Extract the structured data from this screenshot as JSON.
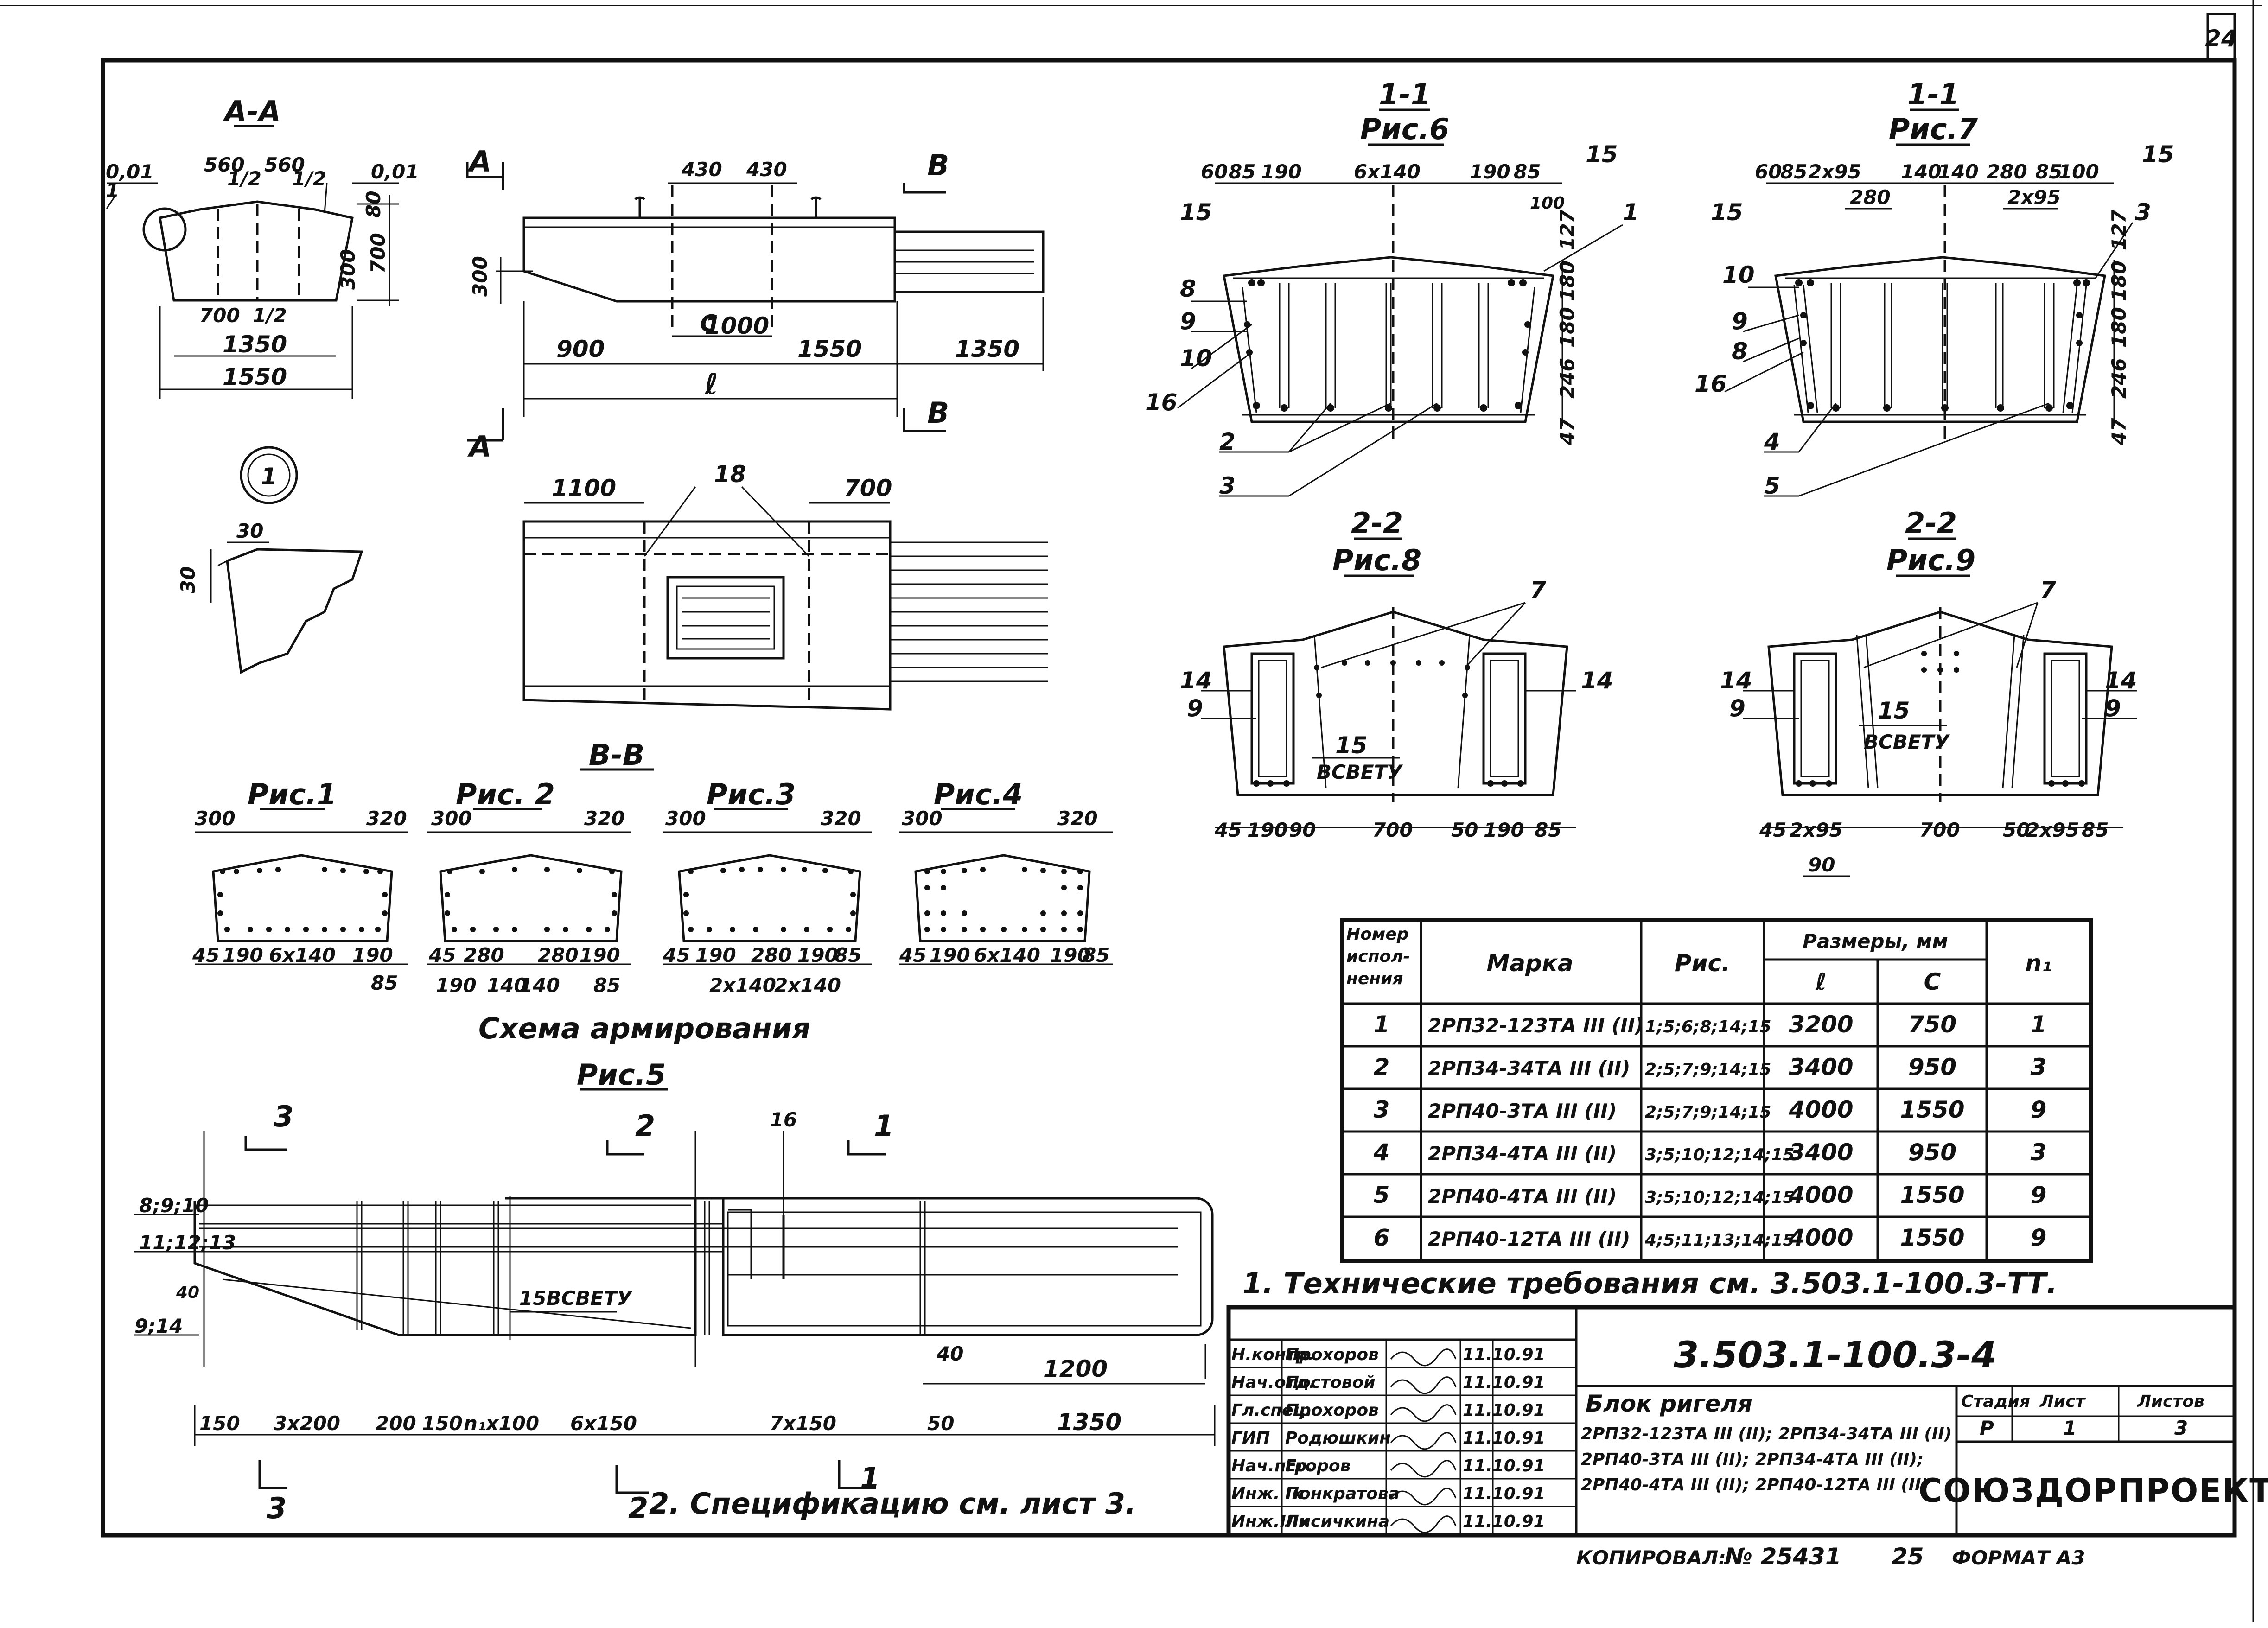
{
  "sheet": {
    "sheet_number": "24",
    "code": "3.503.1-100.3-4",
    "copied": "КОПИРОВАЛ: ",
    "copy_no": "№ 25431",
    "copy_count": "25",
    "format": "ФОРМАТ А3",
    "org": "СОЮЗДОРПРОЕКТ"
  },
  "views": {
    "aa": {
      "title": "А-А",
      "dims": [
        "0,01",
        "560",
        "560",
        "0,01",
        "80",
        "700",
        "300",
        "700",
        "1350",
        "1550"
      ],
      "bars": [
        "1/2",
        "1/2"
      ]
    },
    "elevation": {
      "marks": [
        "А",
        "А",
        "В",
        "В"
      ],
      "dims": [
        "430",
        "430",
        "300",
        "900",
        "С",
        "1000",
        "1550",
        "1350",
        "ℓ"
      ]
    },
    "plan": {
      "dims": [
        "1100",
        "18",
        "700"
      ]
    },
    "detail1": {
      "label": "1",
      "dims": [
        "30",
        "30"
      ]
    },
    "bb": {
      "title": "В-В"
    },
    "fig1": {
      "title": "Рис.1",
      "dims": [
        "300",
        "320",
        "45",
        "190",
        "6х140",
        "190",
        "85"
      ]
    },
    "fig2": {
      "title": "Рис. 2",
      "dims": [
        "300",
        "320",
        "45",
        "280",
        "280",
        "190",
        "190",
        "140",
        "140",
        "85"
      ]
    },
    "fig3": {
      "title": "Рис.3",
      "dims": [
        "300",
        "320",
        "45",
        "190",
        "280",
        "190",
        "2х140",
        "2х140",
        "85"
      ]
    },
    "fig4": {
      "title": "Рис.4",
      "dims": [
        "300",
        "320",
        "45",
        "190",
        "6х140",
        "190",
        "85"
      ]
    },
    "scheme": {
      "title": "Схема армирования",
      "fig": "Рис.5"
    },
    "s11a": {
      "title": "1-1",
      "fig": "Рис.6",
      "dims": [
        "60",
        "85",
        "190",
        "6х140",
        "190",
        "85",
        "100",
        "127",
        "180",
        "180",
        "246",
        "47"
      ],
      "pos": [
        "15",
        "1",
        "15",
        "8",
        "9",
        "10",
        "16",
        "2",
        "3"
      ]
    },
    "s11b": {
      "title": "1-1",
      "fig": "Рис.7",
      "dims": [
        "60",
        "85",
        "2х95",
        "140",
        "140",
        "280",
        "85",
        "100",
        "280",
        "2х95",
        "127",
        "180",
        "180",
        "246",
        "47"
      ],
      "pos": [
        "15",
        "3",
        "15",
        "10",
        "9",
        "8",
        "16",
        "4",
        "5"
      ]
    },
    "s22a": {
      "title": "2-2",
      "fig": "Рис.8",
      "dims": [
        "45",
        "190",
        "90",
        "700",
        "50",
        "190",
        "85"
      ],
      "pos": [
        "7",
        "14",
        "9",
        "14",
        "15",
        "ВСВЕТУ"
      ]
    },
    "s22b": {
      "title": "2-2",
      "fig": "Рис.9",
      "dims": [
        "45",
        "2х95",
        "700",
        "50",
        "2х95",
        "85",
        "90"
      ],
      "pos": [
        "7",
        "14",
        "9",
        "14",
        "9",
        "15",
        "ВСВЕТУ"
      ]
    },
    "longitudinal": {
      "marks": [
        "3",
        "3",
        "2",
        "2",
        "1",
        "1",
        "16"
      ],
      "left_labels": [
        "8;9;10",
        "11;12;13",
        "9;14",
        "40"
      ],
      "note": "15ВСВЕТУ",
      "dims": [
        "150",
        "3х200",
        "200",
        "150",
        "n₁х100",
        "6х150",
        "7х150",
        "50",
        "1350",
        "40",
        "1200"
      ]
    }
  },
  "table": {
    "headers": {
      "no": "Номер испол- нения",
      "mark": "Марка",
      "fig": "Рис.",
      "sizes": "Размеры, мм",
      "l": "ℓ",
      "c": "С",
      "n": "n₁"
    },
    "rows": [
      {
        "no": "1",
        "mark": "2РП32-123ТА III (II)",
        "fig": "1;5;6;8;14;15",
        "l": "3200",
        "c": "750",
        "n": "1"
      },
      {
        "no": "2",
        "mark": "2РП34-34ТА III (II)",
        "fig": "2;5;7;9;14;15",
        "l": "3400",
        "c": "950",
        "n": "3"
      },
      {
        "no": "3",
        "mark": "2РП40-3ТА III (II)",
        "fig": "2;5;7;9;14;15",
        "l": "4000",
        "c": "1550",
        "n": "9"
      },
      {
        "no": "4",
        "mark": "2РП34-4ТА III (II)",
        "fig": "3;5;10;12;14;15",
        "l": "3400",
        "c": "950",
        "n": "3"
      },
      {
        "no": "5",
        "mark": "2РП40-4ТА III (II)",
        "fig": "3;5;10;12;14;15",
        "l": "4000",
        "c": "1550",
        "n": "9"
      },
      {
        "no": "6",
        "mark": "2РП40-12ТА III (II)",
        "fig": "4;5;11;13;14;15",
        "l": "4000",
        "c": "1550",
        "n": "9"
      }
    ]
  },
  "notes": {
    "note1": "1. Технические требования см. 3.503.1-100.3-ТТ.",
    "note2": "2. Спецификацию см. лист 3."
  },
  "titleblock": {
    "people": [
      {
        "role": "Н.контр.",
        "name": "Прохоров",
        "date": "11.10.91"
      },
      {
        "role": "Нач.отд.",
        "name": "Постовой",
        "date": "11.10.91"
      },
      {
        "role": "Гл.спец.",
        "name": "Прохоров",
        "date": "11.10.91"
      },
      {
        "role": "ГИП",
        "name": "Родюшкин",
        "date": "11.10.91"
      },
      {
        "role": "Нач.пгр.",
        "name": "Егоров",
        "date": "11.10.91"
      },
      {
        "role": "Инж. Iк",
        "name": "Понкратова",
        "date": "11.10.91"
      },
      {
        "role": "Инж.IIIк",
        "name": "Лисичкина",
        "date": "11.10.91"
      }
    ],
    "title_lines": [
      "Блок ригеля",
      "2РП32-123ТА III (II); 2РП34-34ТА III (II)",
      "2РП40-3ТА III (II); 2РП34-4ТА III (II);",
      "2РП40-4ТА III (II); 2РП40-12ТА III (II)"
    ],
    "stage_h": "Стадия",
    "sheet_h": "Лист",
    "sheets_h": "Листов",
    "stage": "Р",
    "sheet": "1",
    "sheets": "3"
  }
}
